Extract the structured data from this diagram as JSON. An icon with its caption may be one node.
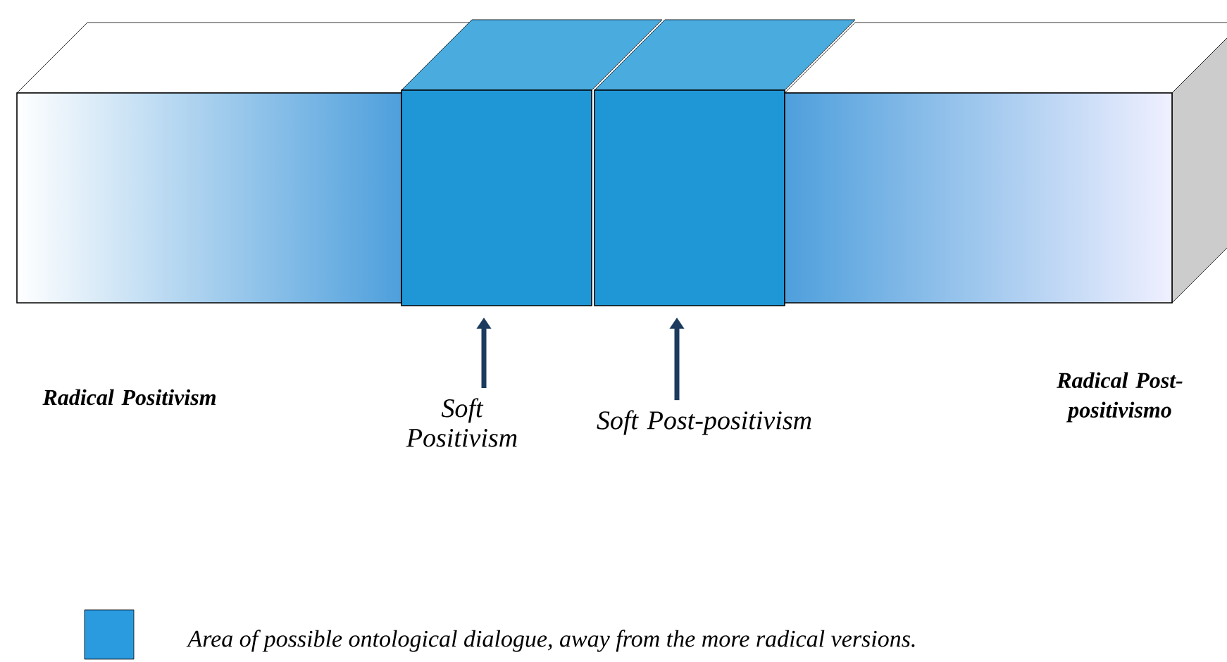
{
  "diagram": {
    "nodes": [
      {
        "text": [],
        "shape": "box"
      },
      {
        "text": [],
        "shape": "box"
      },
      {
        "text": [],
        "shape": "box"
      },
      {
        "text": [],
        "shape": "box"
      },
      {
        "text": [
          "Soft Positivism"
        ]
      },
      {
        "text": [
          "Soft Post-positivism"
        ]
      }
    ],
    "edges": [
      {
        "from": 4,
        "to": 1,
        "arrow": "to"
      },
      {
        "from": 5,
        "to": 2,
        "arrow": "to"
      }
    ],
    "labels": [
      "Radical Positivism",
      "Radical Post-positivismo"
    ],
    "legend": [
      {
        "text": "Area of possible ontological dialogue, away from the more radical versions.",
        "color": "#2b9be0"
      }
    ]
  }
}
